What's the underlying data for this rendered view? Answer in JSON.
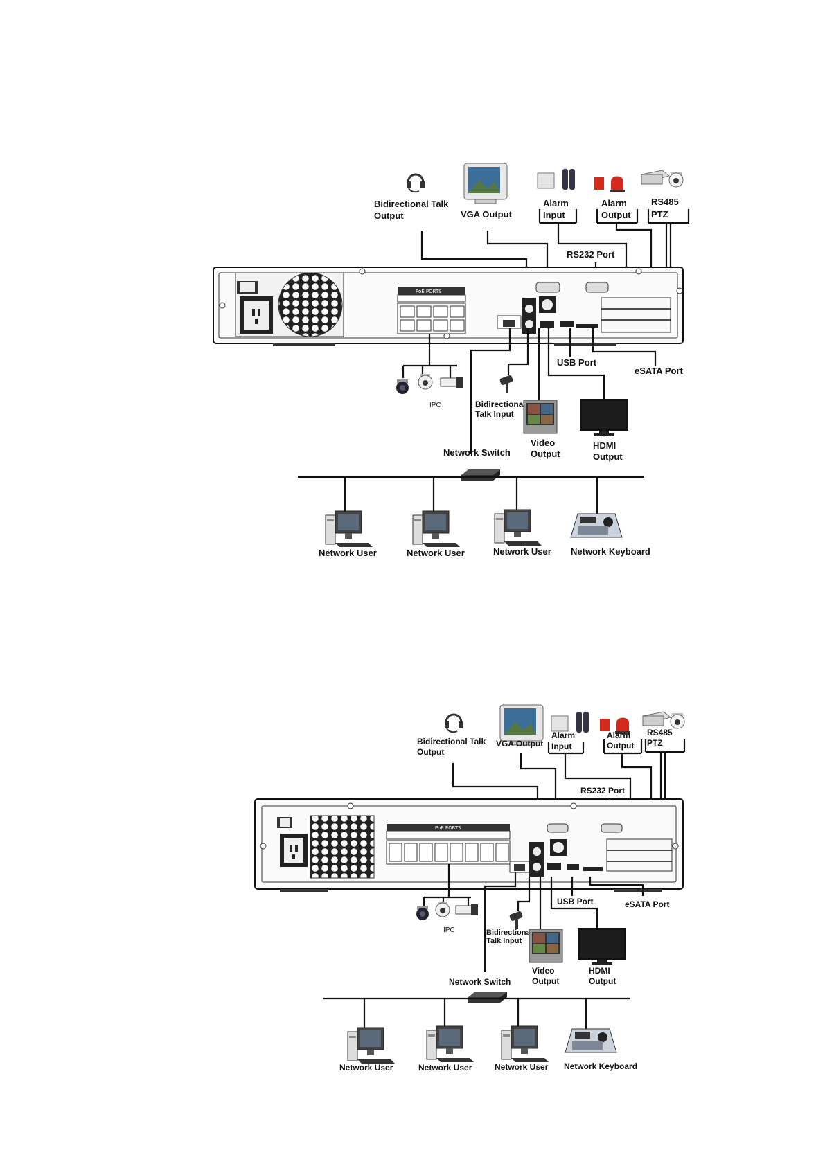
{
  "diagrams": [
    {
      "labels": {
        "bidirectional_talk_output": [
          "Bidirectional Talk",
          "Output"
        ],
        "vga_output": "VGA Output",
        "alarm_input": [
          "Alarm",
          "Input"
        ],
        "alarm_output": [
          "Alarm",
          "Output"
        ],
        "rs485_ptz": [
          "RS485",
          "PTZ"
        ],
        "rs232_port": "RS232 Port",
        "usb_port": "USB Port",
        "esata_port": "eSATA Port",
        "bidirectional_talk_input": [
          "Bidirectional",
          "Talk Input"
        ],
        "ipc": "IPC",
        "network_switch": "Network Switch",
        "video_output": [
          "Video",
          "Output"
        ],
        "hdmi_output": [
          "HDMI",
          "Output"
        ],
        "network_user_1": "Network User",
        "network_user_2": "Network User",
        "network_user_3": "Network User",
        "network_keyboard": "Network Keyboard"
      }
    },
    {
      "labels": {
        "bidirectional_talk_output": [
          "Bidirectional Talk",
          "Output"
        ],
        "vga_output": "VGA Output",
        "alarm_input": [
          "Alarm",
          "Input"
        ],
        "alarm_output": [
          "Alarm",
          "Output"
        ],
        "rs485_ptz": [
          "RS485",
          "PTZ"
        ],
        "rs232_port": "RS232 Port",
        "usb_port": "USB Port",
        "esata_port": "eSATA Port",
        "bidirectional_talk_input": [
          "Bidirectional",
          "Talk Input"
        ],
        "ipc": "IPC",
        "network_switch": "Network Switch",
        "video_output": [
          "Video",
          "Output"
        ],
        "hdmi_output": [
          "HDMI",
          "Output"
        ],
        "network_user_1": "Network User",
        "network_user_2": "Network User",
        "network_user_3": "Network User",
        "network_keyboard": "Network Keyboard"
      }
    }
  ],
  "colors": {
    "line": "#111111",
    "panel": "#f4f4f4",
    "alarm_red": "#d42a1e"
  }
}
